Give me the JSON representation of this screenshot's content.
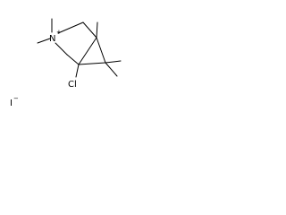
{
  "molecule": {
    "atoms": {
      "nitrogen": {
        "symbol": "N",
        "charge": "+"
      },
      "chlorine": {
        "symbol": "Cl"
      },
      "iodide": {
        "symbol": "I",
        "charge": "−"
      }
    },
    "colors": {
      "bond": "#000000",
      "label": "#000000",
      "background": "#ffffff"
    }
  }
}
